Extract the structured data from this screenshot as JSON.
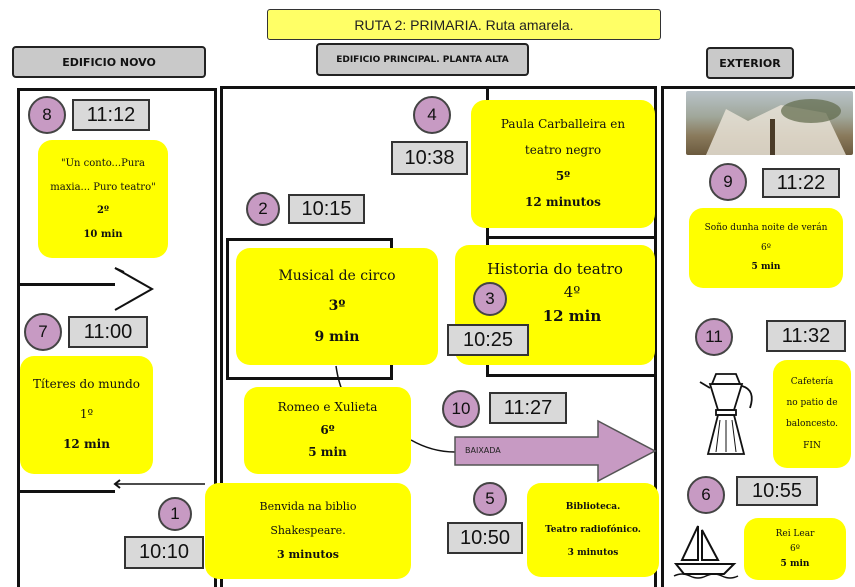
{
  "title": "RUTA 2: PRIMARIA. Ruta amarela.",
  "headers": {
    "new_building": "EDIFICIO NOVO",
    "main_building": "EDIFICIO PRINCIPAL. PLANTA ALTA",
    "exterior": "EXTERIOR"
  },
  "stops": [
    {
      "number": "1",
      "time": "10:10",
      "lines": [
        "Benvida na biblio",
        "Shakespeare.",
        "3 minutos"
      ]
    },
    {
      "number": "2",
      "time": "10:15",
      "lines": [
        "Musical de circo",
        "3º",
        "9 min"
      ]
    },
    {
      "number": "3",
      "time": "10:25",
      "lines": [
        "Historia do teatro",
        "4º",
        "12 min"
      ]
    },
    {
      "number": "4",
      "time": "10:38",
      "lines": [
        "Paula Carballeira en",
        "teatro negro",
        "5º",
        "12 minutos"
      ]
    },
    {
      "number": "5",
      "time": "10:50",
      "lines": [
        "Biblioteca.",
        "Teatro radiofónico.",
        "3 minutos"
      ]
    },
    {
      "number": "6",
      "time": "10:55",
      "lines": [
        "Rei Lear",
        "6º",
        "5 min"
      ]
    },
    {
      "number": "7",
      "time": "11:00",
      "lines": [
        "Títeres do mundo",
        "1º",
        "12 min"
      ]
    },
    {
      "number": "8",
      "time": "11:12",
      "lines": [
        "\"Un conto...Pura",
        "maxia... Puro teatro\"",
        "2º",
        "10 min"
      ]
    },
    {
      "number": "9",
      "time": "11:22",
      "lines": [
        "Soño dunha noite de verán",
        "6º",
        "5 min"
      ]
    },
    {
      "number": "10",
      "time": "11:27",
      "lines": [
        "Romeo e Xulieta",
        "6º",
        "5 min"
      ]
    },
    {
      "number": "11",
      "time": "11:32",
      "lines": [
        "Cafetería",
        "no patio de",
        "baloncesto.",
        "FIN"
      ]
    }
  ],
  "arrow_label": "BAIXADA",
  "colors": {
    "card": "#ffff00",
    "badge": "#c79ac3",
    "time_box": "#d9d9d9",
    "arrow": "#c79ac3",
    "title_bg": "#ffff66"
  }
}
